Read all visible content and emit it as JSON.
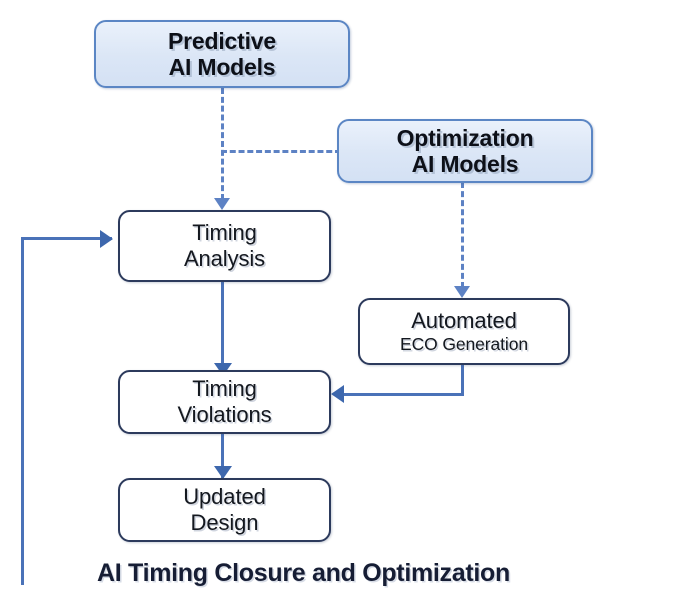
{
  "diagram": {
    "caption": "AI Timing Closure and Optimization",
    "nodes": [
      {
        "id": "predictive-ai-models",
        "line1": "Predictive",
        "line2": "AI Models"
      },
      {
        "id": "optimization-ai-models",
        "line1": "Optimization",
        "line2": "AI Models"
      },
      {
        "id": "timing-analysis",
        "line1": "Timing",
        "line2": "Analysis"
      },
      {
        "id": "automated-eco-generation",
        "line1": "Automated",
        "line2": "ECO Generation"
      },
      {
        "id": "timing-violations",
        "line1": "Timing",
        "line2": "Violations"
      },
      {
        "id": "updated-design",
        "line1": "Updated",
        "line2": "Design"
      }
    ],
    "colors": {
      "ai_box_fill": "#dbe6f6",
      "ai_box_border": "#5b86c4",
      "proc_box_fill": "#ffffff",
      "proc_box_border": "#2c3a5c",
      "solid_connector": "#4a72b8",
      "dashed_connector": "#5d82c4",
      "caption_text": "#161d34"
    }
  }
}
